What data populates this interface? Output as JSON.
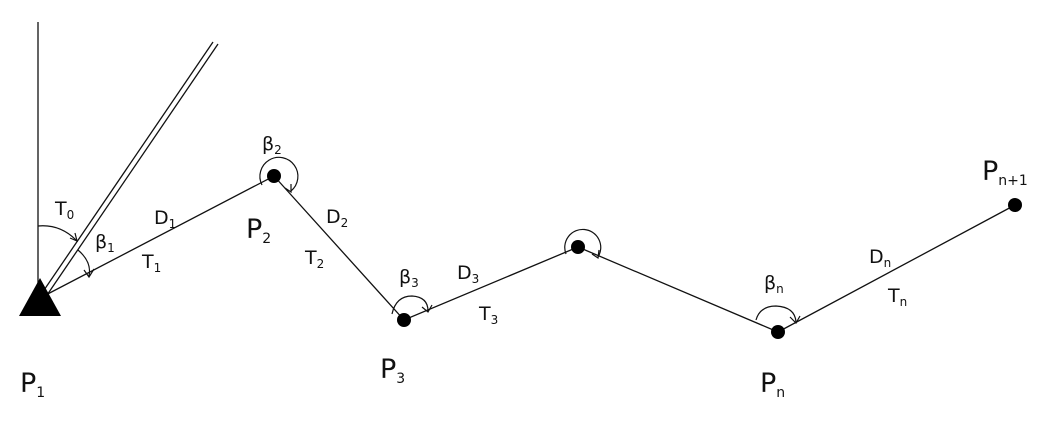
{
  "points": [
    {
      "id": "P1",
      "letter": "P",
      "sub": "1"
    },
    {
      "id": "P2",
      "letter": "P",
      "sub": "2"
    },
    {
      "id": "P3",
      "letter": "P",
      "sub": "3"
    },
    {
      "id": "Pn",
      "letter": "P",
      "sub": "n"
    },
    {
      "id": "Pn1",
      "letter": "P",
      "sub": "n+1"
    }
  ],
  "distances": [
    {
      "letter": "D",
      "sub": "1"
    },
    {
      "letter": "D",
      "sub": "2"
    },
    {
      "letter": "D",
      "sub": "3"
    },
    {
      "letter": "D",
      "sub": "n"
    }
  ],
  "bearings": [
    {
      "letter": "T",
      "sub": "0"
    },
    {
      "letter": "T",
      "sub": "1"
    },
    {
      "letter": "T",
      "sub": "2"
    },
    {
      "letter": "T",
      "sub": "3"
    },
    {
      "letter": "T",
      "sub": "n"
    }
  ],
  "angles": [
    {
      "letter": "β",
      "sub": "1"
    },
    {
      "letter": "β",
      "sub": "2"
    },
    {
      "letter": "β",
      "sub": "3"
    },
    {
      "letter": "β",
      "sub": "n"
    }
  ]
}
